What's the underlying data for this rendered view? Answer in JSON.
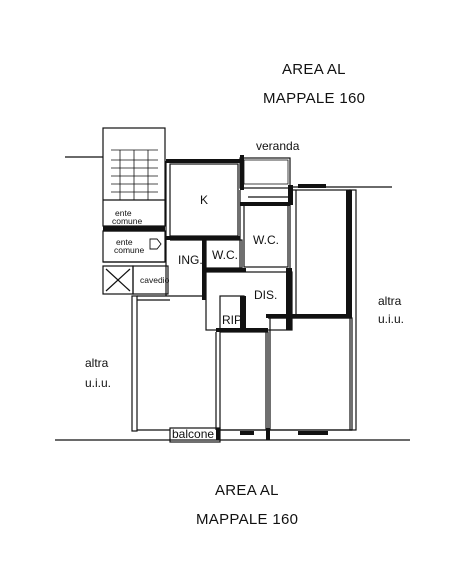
{
  "top_area": {
    "line1": "AREA AL",
    "line2": "MAPPALE 160"
  },
  "bottom_area": {
    "line1": "AREA AL",
    "line2": "MAPPALE 160"
  },
  "rooms": {
    "veranda": "veranda",
    "kitchen": "K",
    "wc_upper": "W.C.",
    "wc_lower": "W.C.",
    "ingresso": "ING.",
    "disimpegno": "DIS.",
    "ripostiglio": "RIP",
    "cavedio": "cavedio",
    "balcone": "balcone"
  },
  "common": {
    "upper_1": "ente",
    "upper_2": "comune",
    "lower_1": "ente",
    "lower_2": "comune"
  },
  "neighbors": {
    "left_1": "altra",
    "left_2": "u.i.u.",
    "right_1": "altra",
    "right_2": "u.i.u."
  }
}
